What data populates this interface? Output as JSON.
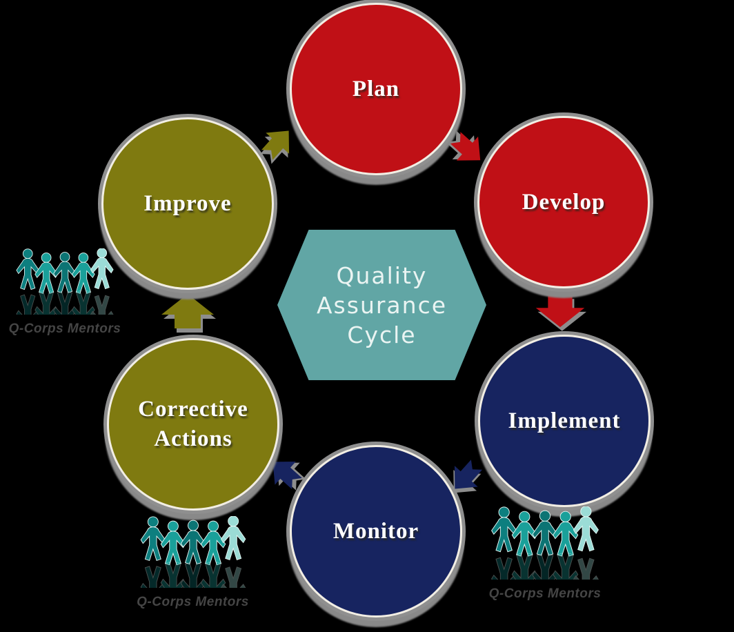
{
  "background": "#000000",
  "center": {
    "label": "Quality Assurance Cycle",
    "lines": [
      "Quality",
      "Assurance",
      "Cycle"
    ],
    "shape": "hexagon",
    "color": "#61A6A5",
    "text_color": "#EAF4F2"
  },
  "steps": [
    {
      "id": "plan",
      "label": "Plan",
      "color": "#C01016"
    },
    {
      "id": "develop",
      "label": "Develop",
      "color": "#C01016"
    },
    {
      "id": "implement",
      "label": "Implement",
      "color": "#172460"
    },
    {
      "id": "monitor",
      "label": "Monitor",
      "color": "#172460"
    },
    {
      "id": "corrective-actions",
      "label": "Corrective Actions",
      "color": "#7F7A10"
    },
    {
      "id": "improve",
      "label": "Improve",
      "color": "#7F7A10"
    }
  ],
  "arrows": [
    {
      "from": "Improve",
      "to": "Plan",
      "color": "#7F7A10",
      "style": "chevron",
      "direction": "up-right"
    },
    {
      "from": "Plan",
      "to": "Develop",
      "color": "#C01016",
      "style": "chevron",
      "direction": "down-right"
    },
    {
      "from": "Develop",
      "to": "Implement",
      "color": "#C01016",
      "style": "block",
      "direction": "down"
    },
    {
      "from": "Implement",
      "to": "Monitor",
      "color": "#172460",
      "style": "chevron",
      "direction": "down-left"
    },
    {
      "from": "Monitor",
      "to": "Corrective Actions",
      "color": "#172460",
      "style": "chevron",
      "direction": "up-left"
    },
    {
      "from": "Corrective Actions",
      "to": "Improve",
      "color": "#7F7A10",
      "style": "block",
      "direction": "up"
    }
  ],
  "mentors": [
    {
      "caption": "Q-Corps Mentors",
      "position": "left"
    },
    {
      "caption": "Q-Corps Mentors",
      "position": "bottom-left"
    },
    {
      "caption": "Q-Corps Mentors",
      "position": "bottom-right"
    }
  ],
  "palette": {
    "ring_gray": "#8F8F8F",
    "ring_inner_white": "#F2EEE4",
    "label_text": "#FFFFFF",
    "caption_text": "#454545",
    "figure_teal_dark": "#0C7C7C",
    "figure_teal_mid": "#1AA09A",
    "figure_teal_light": "#9BDCD6"
  }
}
